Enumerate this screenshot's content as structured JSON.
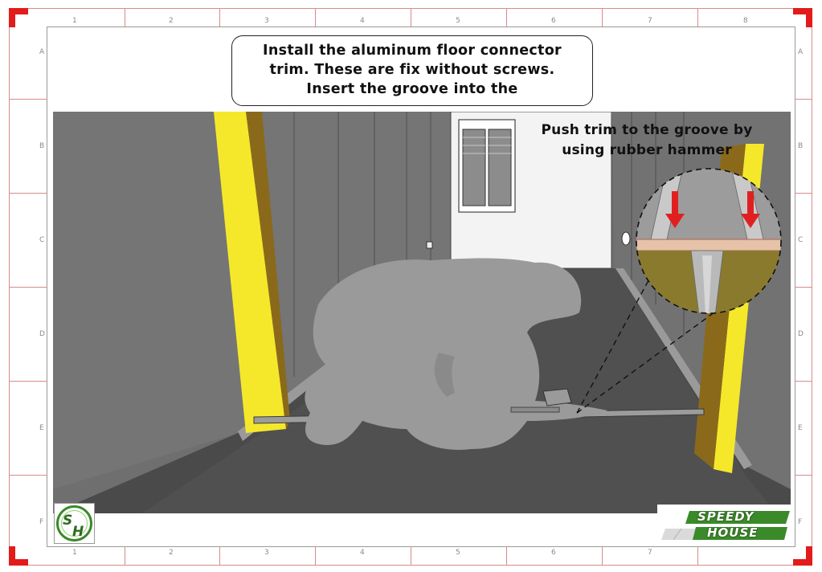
{
  "callout": {
    "lines": [
      "Install the aluminum floor connector",
      "trim. These are fix without screws.",
      "Insert the groove into the"
    ]
  },
  "annotation": {
    "lines": [
      "Push trim to the groove by",
      "using rubber hammer"
    ]
  },
  "grid": {
    "columns": [
      "1",
      "2",
      "3",
      "4",
      "5",
      "6",
      "7",
      "8"
    ],
    "rows": [
      "A",
      "B",
      "C",
      "D",
      "E",
      "F"
    ]
  },
  "logos": {
    "monogram": "SH",
    "brand_line1": "SPEEDY",
    "brand_line2": "HOUSE"
  },
  "colors": {
    "frame_red": "#e21b1b",
    "post_yellow": "#f5e82a",
    "post_shade": "#8a6a1a",
    "brand_green": "#3a8a2a",
    "arrow_red": "#e02020"
  }
}
